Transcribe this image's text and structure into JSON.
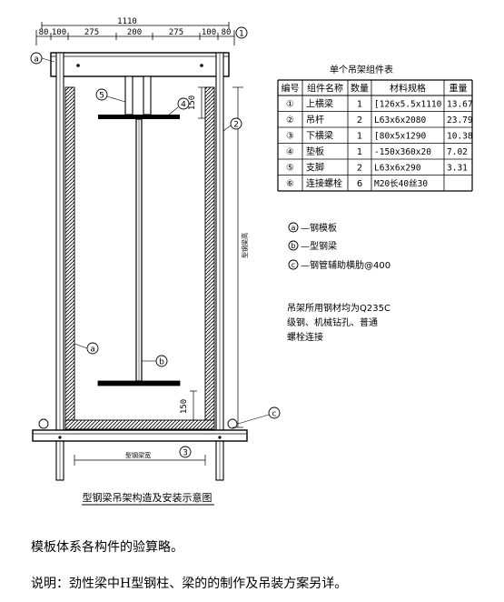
{
  "drawing": {
    "caption": "型钢梁吊架构造及安装示意图",
    "dimension_total": "1110",
    "dimension_segments": [
      "80",
      "100",
      "275",
      "200",
      "275",
      "100",
      "80"
    ],
    "height_label": "型钢梁高",
    "width_label": "型钢梁宽",
    "offset_top": "150",
    "offset_bottom": "150",
    "markers": {
      "a": "a",
      "b": "b",
      "c": "c",
      "n1": "1",
      "n2": "2",
      "n3": "3",
      "n4": "4",
      "n5": "5"
    }
  },
  "table": {
    "title": "单个吊架组件表",
    "headers": [
      "编号",
      "组件名称",
      "数量",
      "材料规格",
      "重量"
    ],
    "rows": [
      {
        "id": "①",
        "name": "上横梁",
        "qty": "1",
        "spec": "[126x5.5x1110",
        "weight": "13.67"
      },
      {
        "id": "②",
        "name": "吊杆",
        "qty": "2",
        "spec": "L63x6x2080",
        "weight": "23.79"
      },
      {
        "id": "③",
        "name": "下横梁",
        "qty": "1",
        "spec": "[80x5x1290",
        "weight": "10.38"
      },
      {
        "id": "④",
        "name": "垫板",
        "qty": "1",
        "spec": "-150x360x20",
        "weight": "7.02"
      },
      {
        "id": "⑤",
        "name": "支脚",
        "qty": "2",
        "spec": "L63x6x290",
        "weight": "3.31"
      },
      {
        "id": "⑥",
        "name": "连接螺栓",
        "qty": "6",
        "spec": "M20长40丝30",
        "weight": ""
      }
    ]
  },
  "legend": [
    {
      "mark": "a",
      "text": "—钢模板"
    },
    {
      "mark": "b",
      "text": "—型钢梁"
    },
    {
      "mark": "c",
      "text": "—钢管辅助横肋@400"
    }
  ],
  "note": [
    "吊架所用钢材均为Q235C",
    "级钢、机械钻孔、普通",
    "螺栓连接"
  ],
  "text": {
    "line1": "模板体系各构件的验算略。",
    "line2": "说明：劲性梁中H型钢柱、梁的的制作及吊装方案另详。"
  }
}
